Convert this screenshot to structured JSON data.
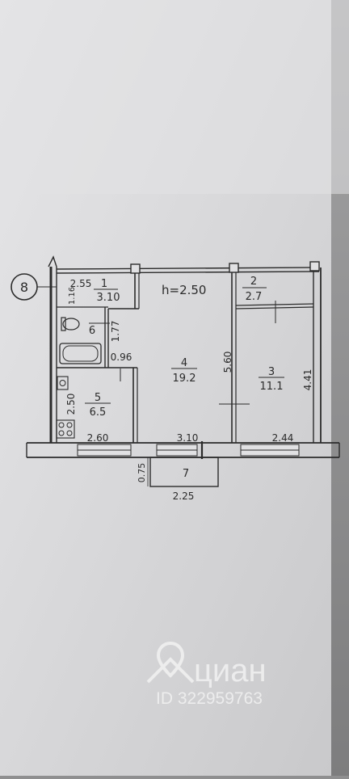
{
  "plan": {
    "axis_marker": "8",
    "ceiling_height": "h=2.50",
    "rooms": [
      {
        "number": "1",
        "area": "3.10"
      },
      {
        "number": "2",
        "area": "2.7"
      },
      {
        "number": "3",
        "area": "11.1"
      },
      {
        "number": "4",
        "area": "19.2"
      },
      {
        "number": "5",
        "area": "6.5"
      },
      {
        "number": "6",
        "area": ""
      },
      {
        "number": "7",
        "area": ""
      }
    ],
    "dimensions": {
      "hall_width": "2.55",
      "hall_depth": "1.16",
      "wc_depth": "1.77",
      "bath_width": "0.96",
      "kitchen_depth": "2.50",
      "kitchen_width": "2.60",
      "living_width": "3.10",
      "living_depth": "5.60",
      "bedroom_width": "2.44",
      "bedroom_depth": "4.41",
      "balcony_depth": "0.75",
      "balcony_width": "2.25"
    }
  },
  "watermark": {
    "brand": "циан",
    "listing_id": "ID 322959763"
  },
  "colors": {
    "paper": "#d9d9db",
    "paper_shadow": "#8f8f90",
    "ink": "#2b2b2b",
    "watermark": "#f2f2f2"
  }
}
